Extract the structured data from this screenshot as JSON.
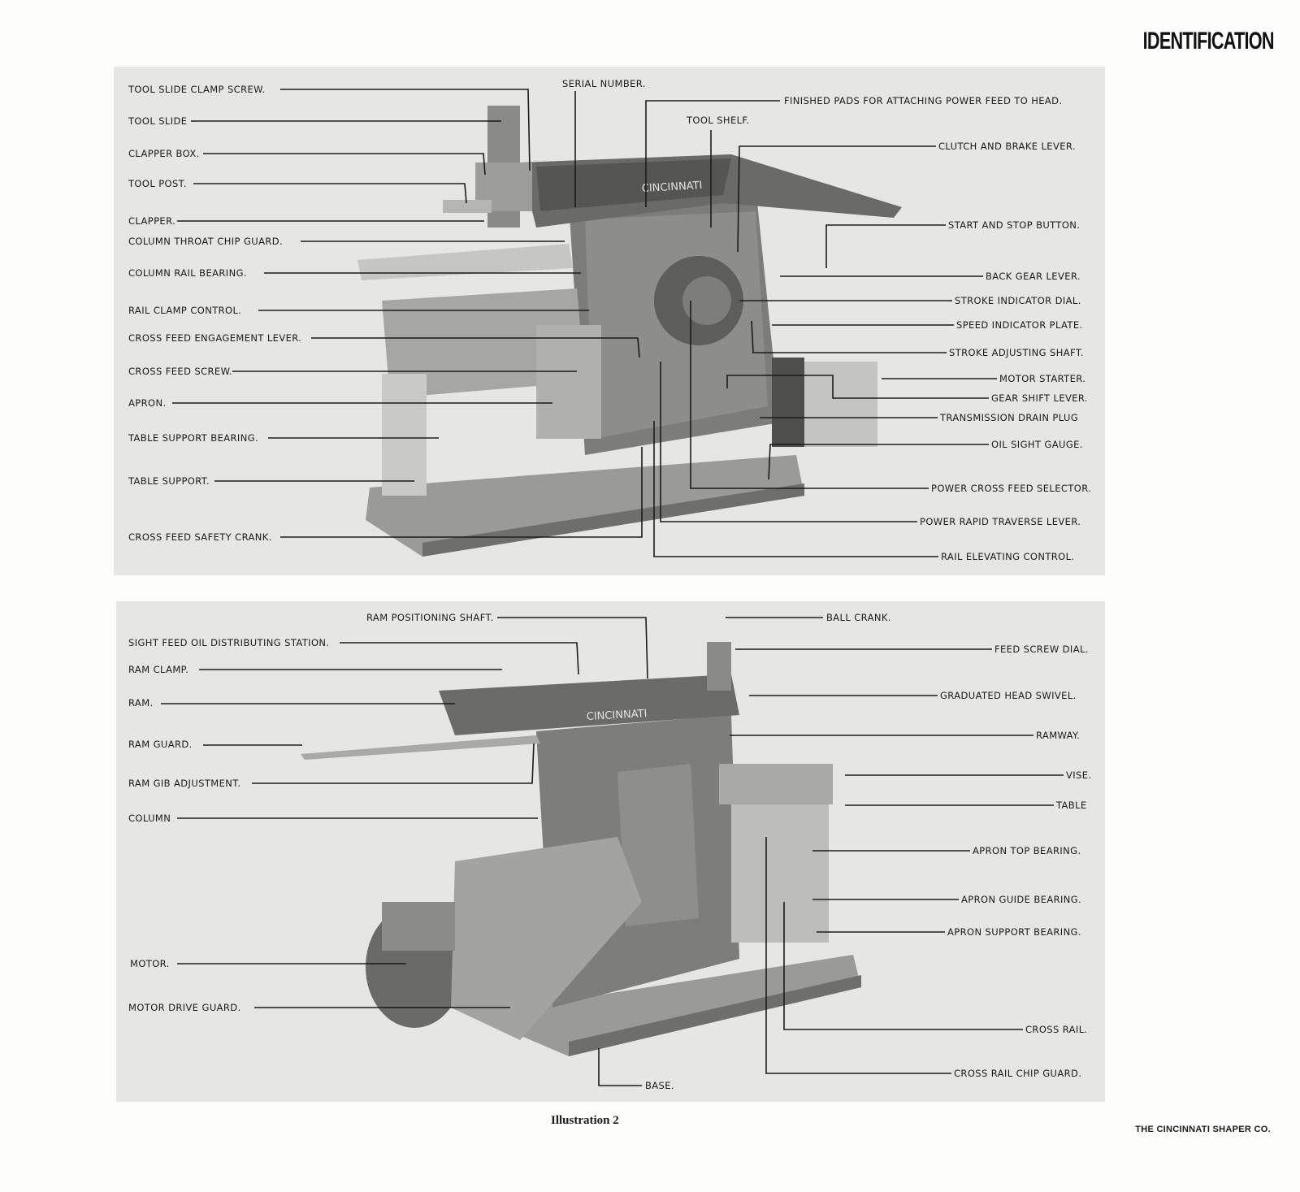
{
  "page": {
    "heading": "IDENTIFICATION",
    "caption": "Illustration 2",
    "footer": "THE CINCINNATI SHAPER CO."
  },
  "illustration_top": {
    "labels_left": [
      "TOOL SLIDE CLAMP SCREW.",
      "TOOL SLIDE",
      "CLAPPER BOX.",
      "TOOL POST.",
      "CLAPPER.",
      "COLUMN THROAT CHIP GUARD.",
      "COLUMN RAIL BEARING.",
      "RAIL CLAMP CONTROL.",
      "CROSS FEED ENGAGEMENT LEVER.",
      "CROSS FEED SCREW.",
      "APRON.",
      "TABLE SUPPORT BEARING.",
      "TABLE SUPPORT.",
      "CROSS FEED SAFETY CRANK."
    ],
    "labels_top": [
      "SERIAL NUMBER.",
      "TOOL SHELF."
    ],
    "labels_right": [
      "FINISHED PADS FOR ATTACHING POWER FEED TO HEAD.",
      "CLUTCH AND BRAKE LEVER.",
      "START AND STOP BUTTON.",
      "BACK GEAR LEVER.",
      "STROKE INDICATOR DIAL.",
      "SPEED INDICATOR PLATE.",
      "STROKE ADJUSTING SHAFT.",
      "MOTOR STARTER.",
      "GEAR SHIFT LEVER.",
      "TRANSMISSION DRAIN PLUG",
      "OIL SIGHT GAUGE.",
      "POWER CROSS FEED SELECTOR.",
      "POWER RAPID TRAVERSE LEVER.",
      "RAIL ELEVATING CONTROL."
    ],
    "nameplate": "CINCINNATI"
  },
  "illustration_bottom": {
    "labels_left": [
      "SIGHT FEED OIL DISTRIBUTING STATION.",
      "RAM CLAMP.",
      "RAM.",
      "RAM GUARD.",
      "RAM GIB ADJUSTMENT.",
      "COLUMN",
      "MOTOR.",
      "MOTOR DRIVE GUARD."
    ],
    "labels_top": [
      "RAM POSITIONING SHAFT.",
      "BALL CRANK."
    ],
    "labels_right": [
      "FEED SCREW DIAL.",
      "GRADUATED HEAD SWIVEL.",
      "RAMWAY.",
      "VISE.",
      "TABLE",
      "APRON TOP BEARING.",
      "APRON GUIDE BEARING.",
      "APRON SUPPORT BEARING.",
      "CROSS RAIL.",
      "CROSS RAIL CHIP GUARD."
    ],
    "labels_bottom": [
      "BASE."
    ],
    "nameplate": "CINCINNATI"
  }
}
